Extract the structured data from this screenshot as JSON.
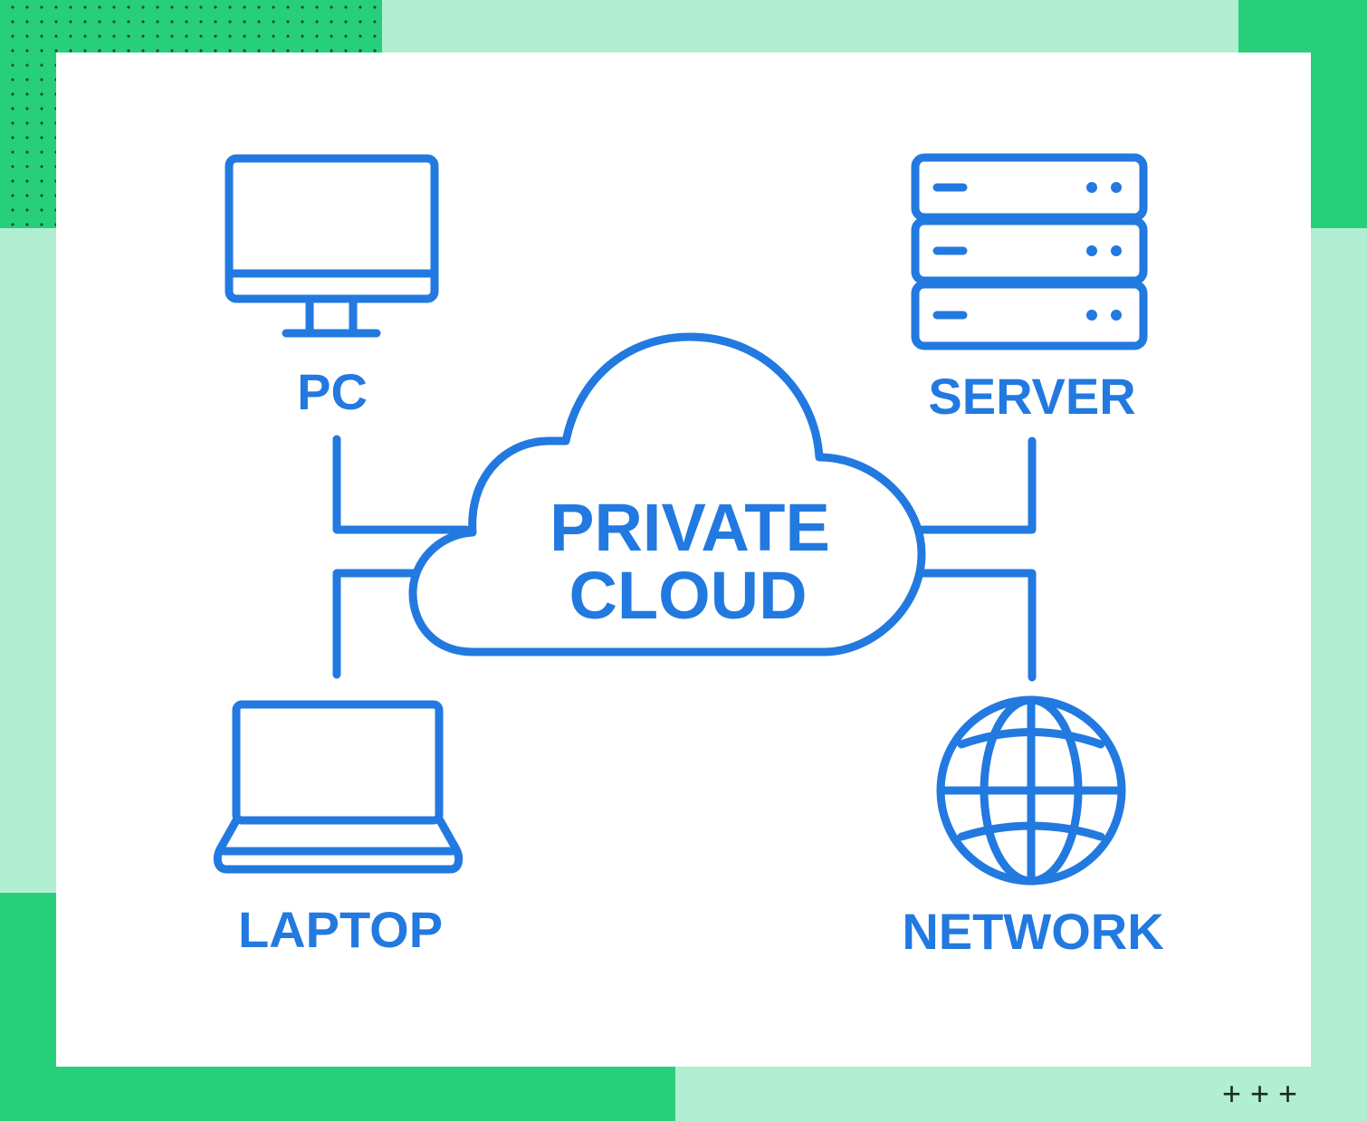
{
  "diagram": {
    "title_line1": "PRIVATE",
    "title_line2": "CLOUD",
    "nodes": [
      {
        "label": "PC",
        "icon": "monitor-icon"
      },
      {
        "label": "SERVER",
        "icon": "server-rack-icon"
      },
      {
        "label": "LAPTOP",
        "icon": "laptop-icon"
      },
      {
        "label": "NETWORK",
        "icon": "globe-icon"
      }
    ]
  },
  "decor": {
    "plus_marks": "+ + +"
  },
  "colors": {
    "accent": "#2279e0",
    "green": "#27cf7a",
    "light_green": "#b2eed2"
  }
}
